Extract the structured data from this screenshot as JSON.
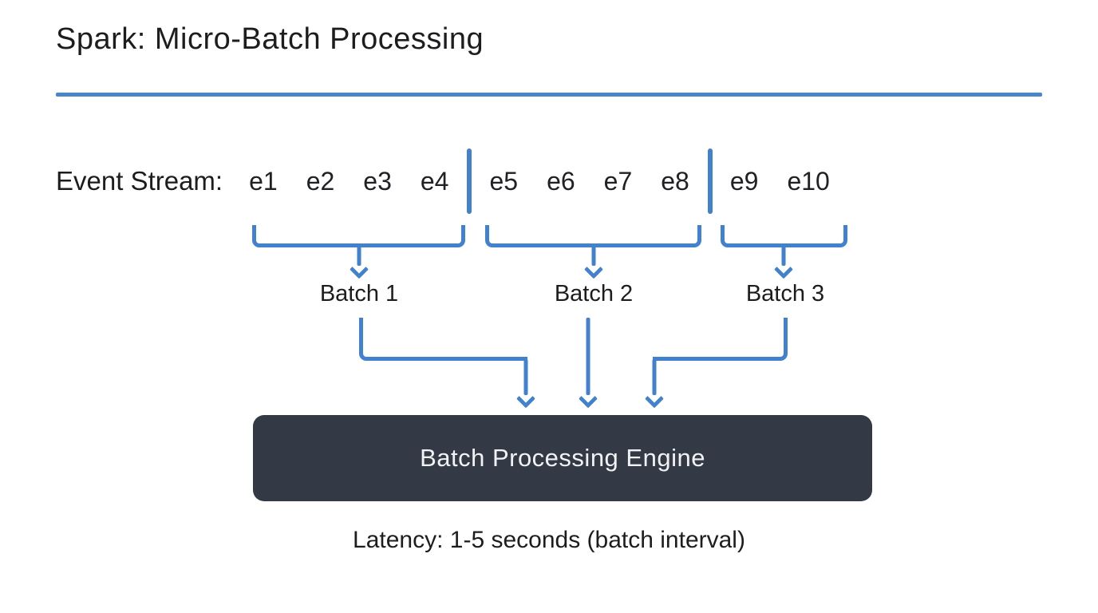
{
  "title": "Spark: Micro-Batch Processing",
  "colors": {
    "accent_blue": "#4181ce",
    "rule_blue": "#4a87c9",
    "engine_bg": "#333a45",
    "text_dark": "#1d1d1f",
    "engine_text": "#f0f2f4",
    "page_bg": "#ffffff"
  },
  "stream": {
    "label": "Event Stream:",
    "events": [
      "e1",
      "e2",
      "e3",
      "e4",
      "e5",
      "e6",
      "e7",
      "e8",
      "e9",
      "e10"
    ]
  },
  "batches": [
    {
      "label": "Batch 1"
    },
    {
      "label": "Batch 2"
    },
    {
      "label": "Batch 3"
    }
  ],
  "engine": {
    "label": "Batch Processing Engine"
  },
  "latency": "Latency: 1-5 seconds (batch interval)"
}
